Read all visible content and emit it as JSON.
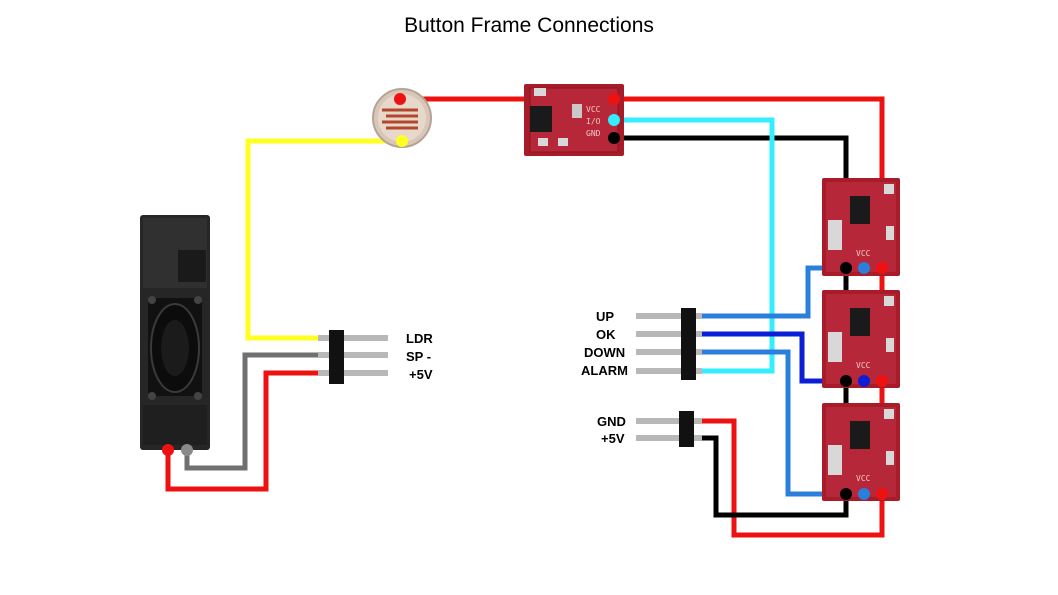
{
  "title": "Button Frame Connections",
  "left_header_labels": [
    "LDR",
    "SP -",
    "+5V"
  ],
  "right_header_labels": [
    "UP",
    "OK",
    "DOWN",
    "ALARM"
  ],
  "power_header_labels": [
    "GND",
    "+5V"
  ],
  "components": {
    "speaker": "speaker-icon",
    "ldr": "ldr-sensor-icon",
    "touch_module_top": "touch-sensor-module-icon",
    "touch_modules_right": [
      "touch-sensor-module-icon",
      "touch-sensor-module-icon",
      "touch-sensor-module-icon"
    ]
  },
  "wire_colors": {
    "red": "#ee1111",
    "black": "#000000",
    "yellow": "#ffff22",
    "gray": "#707070",
    "cyan": "#33eeff",
    "light_blue": "#2a7fdd",
    "dark_blue": "#0a1fd6",
    "pcb": "#a81c2a"
  }
}
